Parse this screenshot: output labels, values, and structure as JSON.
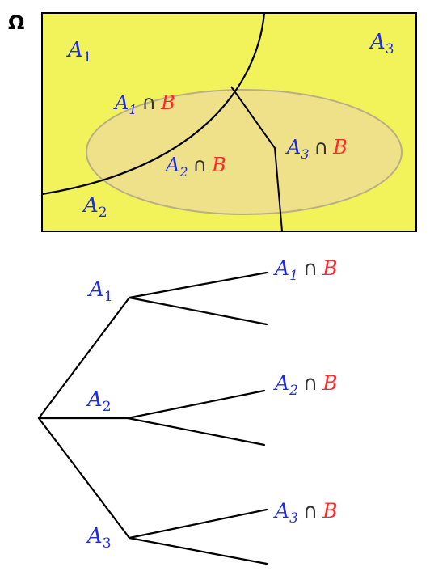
{
  "colors": {
    "omega_fill": "#f2f25a",
    "ellipse_fill": "#efe08a",
    "ellipse_stroke": "#b9ae84",
    "set_label": "#1f2be0",
    "b_label": "#ff2a2a",
    "operator": "#333333"
  },
  "venn": {
    "omega_symbol": "Ω",
    "regions": [
      {
        "base": "A",
        "sub": "1"
      },
      {
        "base": "A",
        "sub": "2"
      },
      {
        "base": "A",
        "sub": "3"
      }
    ],
    "intersections": [
      {
        "base": "A",
        "sub": "1",
        "op": "∩",
        "b": "B"
      },
      {
        "base": "A",
        "sub": "2",
        "op": "∩",
        "b": "B"
      },
      {
        "base": "A",
        "sub": "3",
        "op": "∩",
        "b": "B"
      }
    ]
  },
  "tree": {
    "nodes": [
      {
        "base": "A",
        "sub": "1"
      },
      {
        "base": "A",
        "sub": "2"
      },
      {
        "base": "A",
        "sub": "3"
      }
    ],
    "leaves": [
      {
        "base": "A",
        "sub": "1",
        "op": "∩",
        "b": "B"
      },
      {
        "base": "A",
        "sub": "2",
        "op": "∩",
        "b": "B"
      },
      {
        "base": "A",
        "sub": "3",
        "op": "∩",
        "b": "B"
      }
    ]
  }
}
